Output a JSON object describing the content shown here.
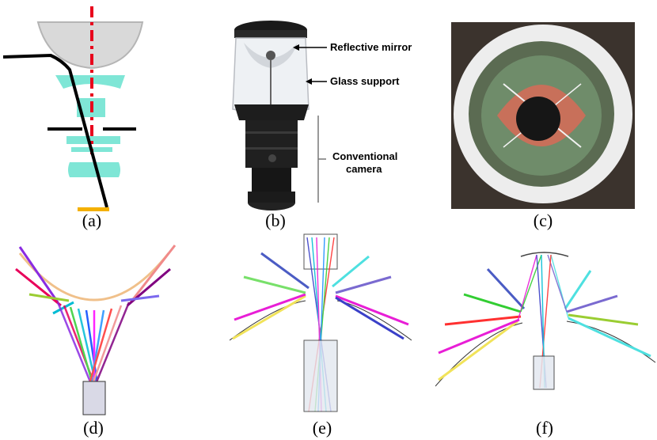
{
  "captions": {
    "a": "(a)",
    "b": "(b)",
    "c": "(c)",
    "d": "(d)",
    "e": "(e)",
    "f": "(f)"
  },
  "panel_b": {
    "label_mirror": "Reflective mirror",
    "label_glass": "Glass support",
    "label_camera_line1": "Conventional",
    "label_camera_line2": "camera"
  },
  "colors": {
    "lens_cyan": "#7fe6d6",
    "optical_axis": "#e8001c",
    "sensor": "#f4b000",
    "mirror_gray": "#d7d7d7",
    "track_orange": "#c8705a",
    "field_green": "#6f8c6a"
  }
}
